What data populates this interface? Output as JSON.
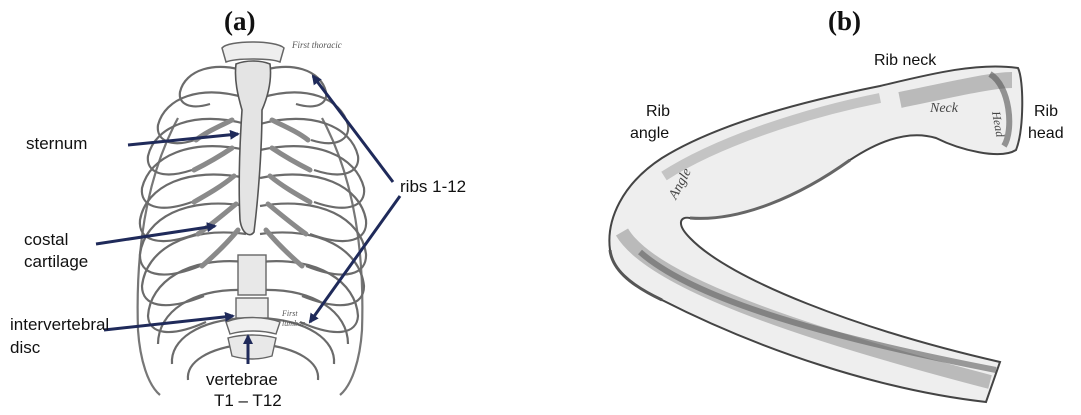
{
  "panels": {
    "a": {
      "label": "(a)",
      "engraving_text": {
        "top": "First thoracic",
        "bottom_line1": "First",
        "bottom_line2": "lumbar"
      },
      "annotations": {
        "sternum": "sternum",
        "ribs": "ribs 1-12",
        "costal_line1": "costal",
        "costal_line2": "cartilage",
        "intervertebral_line1": "intervertebral",
        "intervertebral_line2": "disc",
        "vertebrae_line1": "vertebrae",
        "vertebrae_line2": "T1 – T12"
      }
    },
    "b": {
      "label": "(b)",
      "engraving_text": {
        "neck": "Neck",
        "head": "Head",
        "angle": "Angle"
      },
      "annotations": {
        "rib_neck": "Rib neck",
        "rib_angle_line1": "Rib",
        "rib_angle_line2": "angle",
        "rib_head_line1": "Rib",
        "rib_head_line2": "head"
      }
    }
  },
  "colors": {
    "arrow": "#1f2a5a",
    "bone_fill": "#eeeeee",
    "bone_stroke": "#555555",
    "shade": "#8a8a8a"
  }
}
